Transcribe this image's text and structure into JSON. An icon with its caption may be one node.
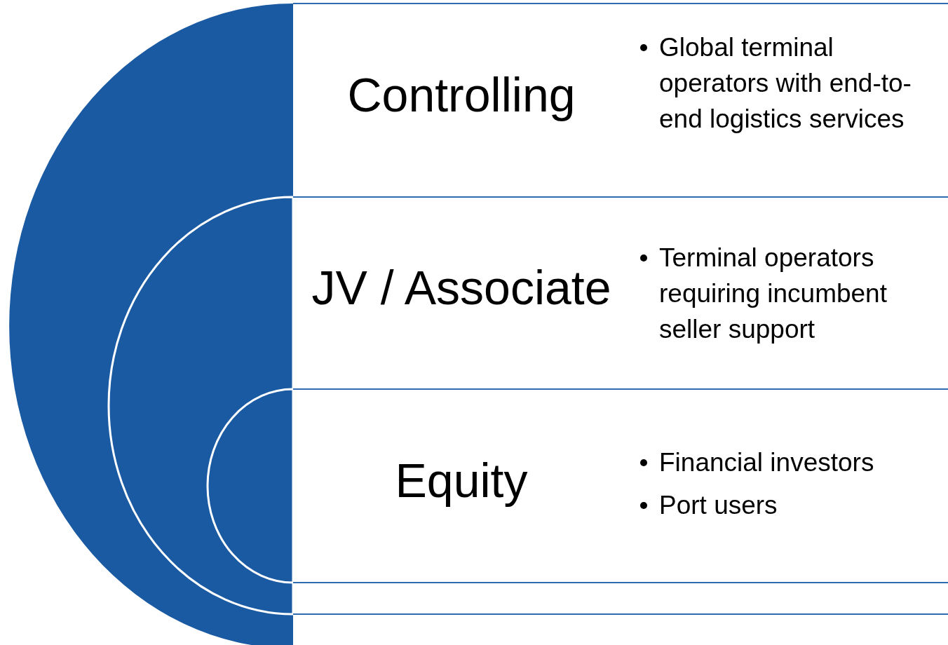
{
  "diagram": {
    "nodes": [
      {
        "text": [
          "Controlling",
          "Global terminal operators with end-to-end logistics services"
        ]
      },
      {
        "text": [
          "JV / Associate",
          "Terminal operators requiring incumbent seller support"
        ]
      },
      {
        "text": [
          "Equity",
          "Financial investors",
          "Port users"
        ]
      }
    ]
  }
}
